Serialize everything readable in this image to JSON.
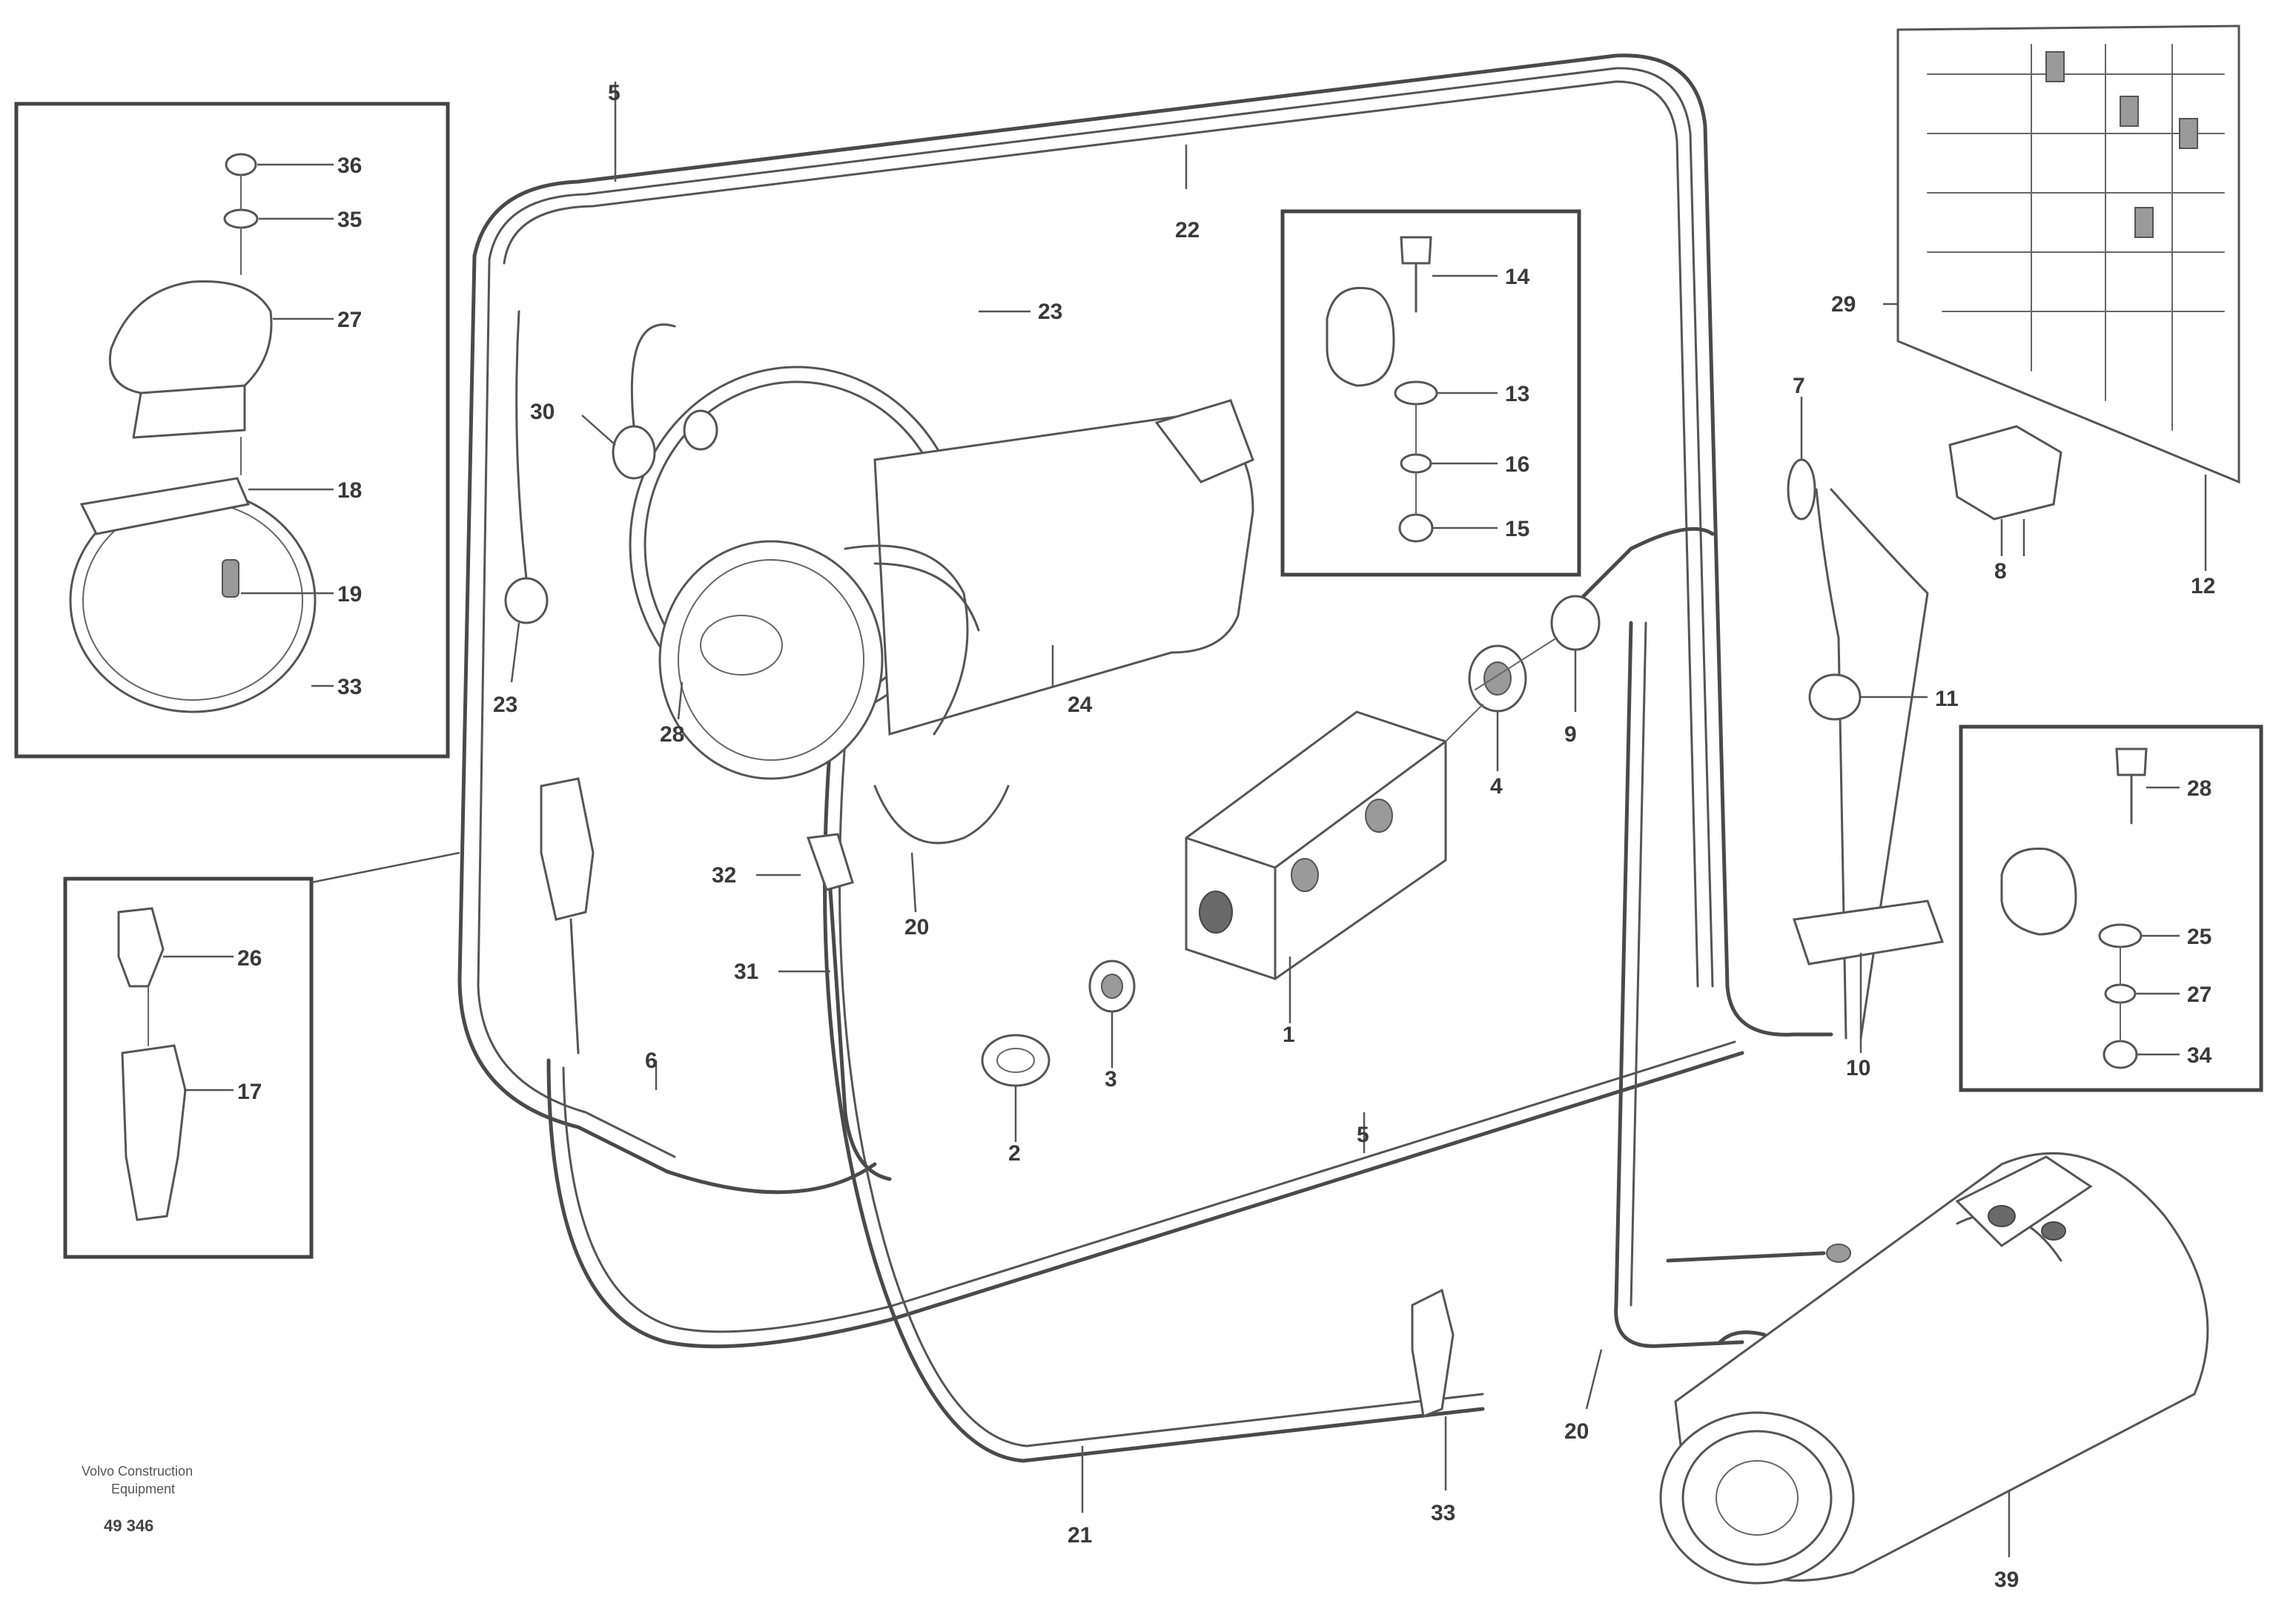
{
  "diagram": {
    "line_color": "#555555",
    "background": "#ffffff",
    "callouts": {
      "c_22_top": "22",
      "c_5_top": "5",
      "c_23_right": "23",
      "c_36_top": "36",
      "c_35": "35",
      "c_27_left": "27",
      "c_18_left": "18",
      "c_19_left": "19",
      "c_33_left": "33",
      "c_30": "30",
      "c_23_left": "23",
      "c_28": "28",
      "c_24": "24",
      "c_32": "32",
      "c_31": "31",
      "c_20_mid": "20",
      "c_26_left": "26",
      "c_17_left": "17",
      "c_6": "6",
      "c_14": "14",
      "c_13_box": "13",
      "c_16": "16",
      "c_15": "15",
      "c_29": "29",
      "c_7": "7",
      "c_8": "8",
      "c_12": "12",
      "c_11": "11",
      "c_10": "10",
      "c_9": "9",
      "c_4": "4",
      "c_1": "1",
      "c_3": "3",
      "c_2": "2",
      "c_5_bottom": "5",
      "c_28_right": "28",
      "c_25": "25",
      "c_27_right": "27",
      "c_34": "34",
      "c_21": "21",
      "c_33_bottom": "33",
      "c_20_bottom": "20",
      "c_39": "39"
    },
    "caption": {
      "line1": "Volvo Construction",
      "line2": "Equipment",
      "code": "49 346"
    }
  }
}
